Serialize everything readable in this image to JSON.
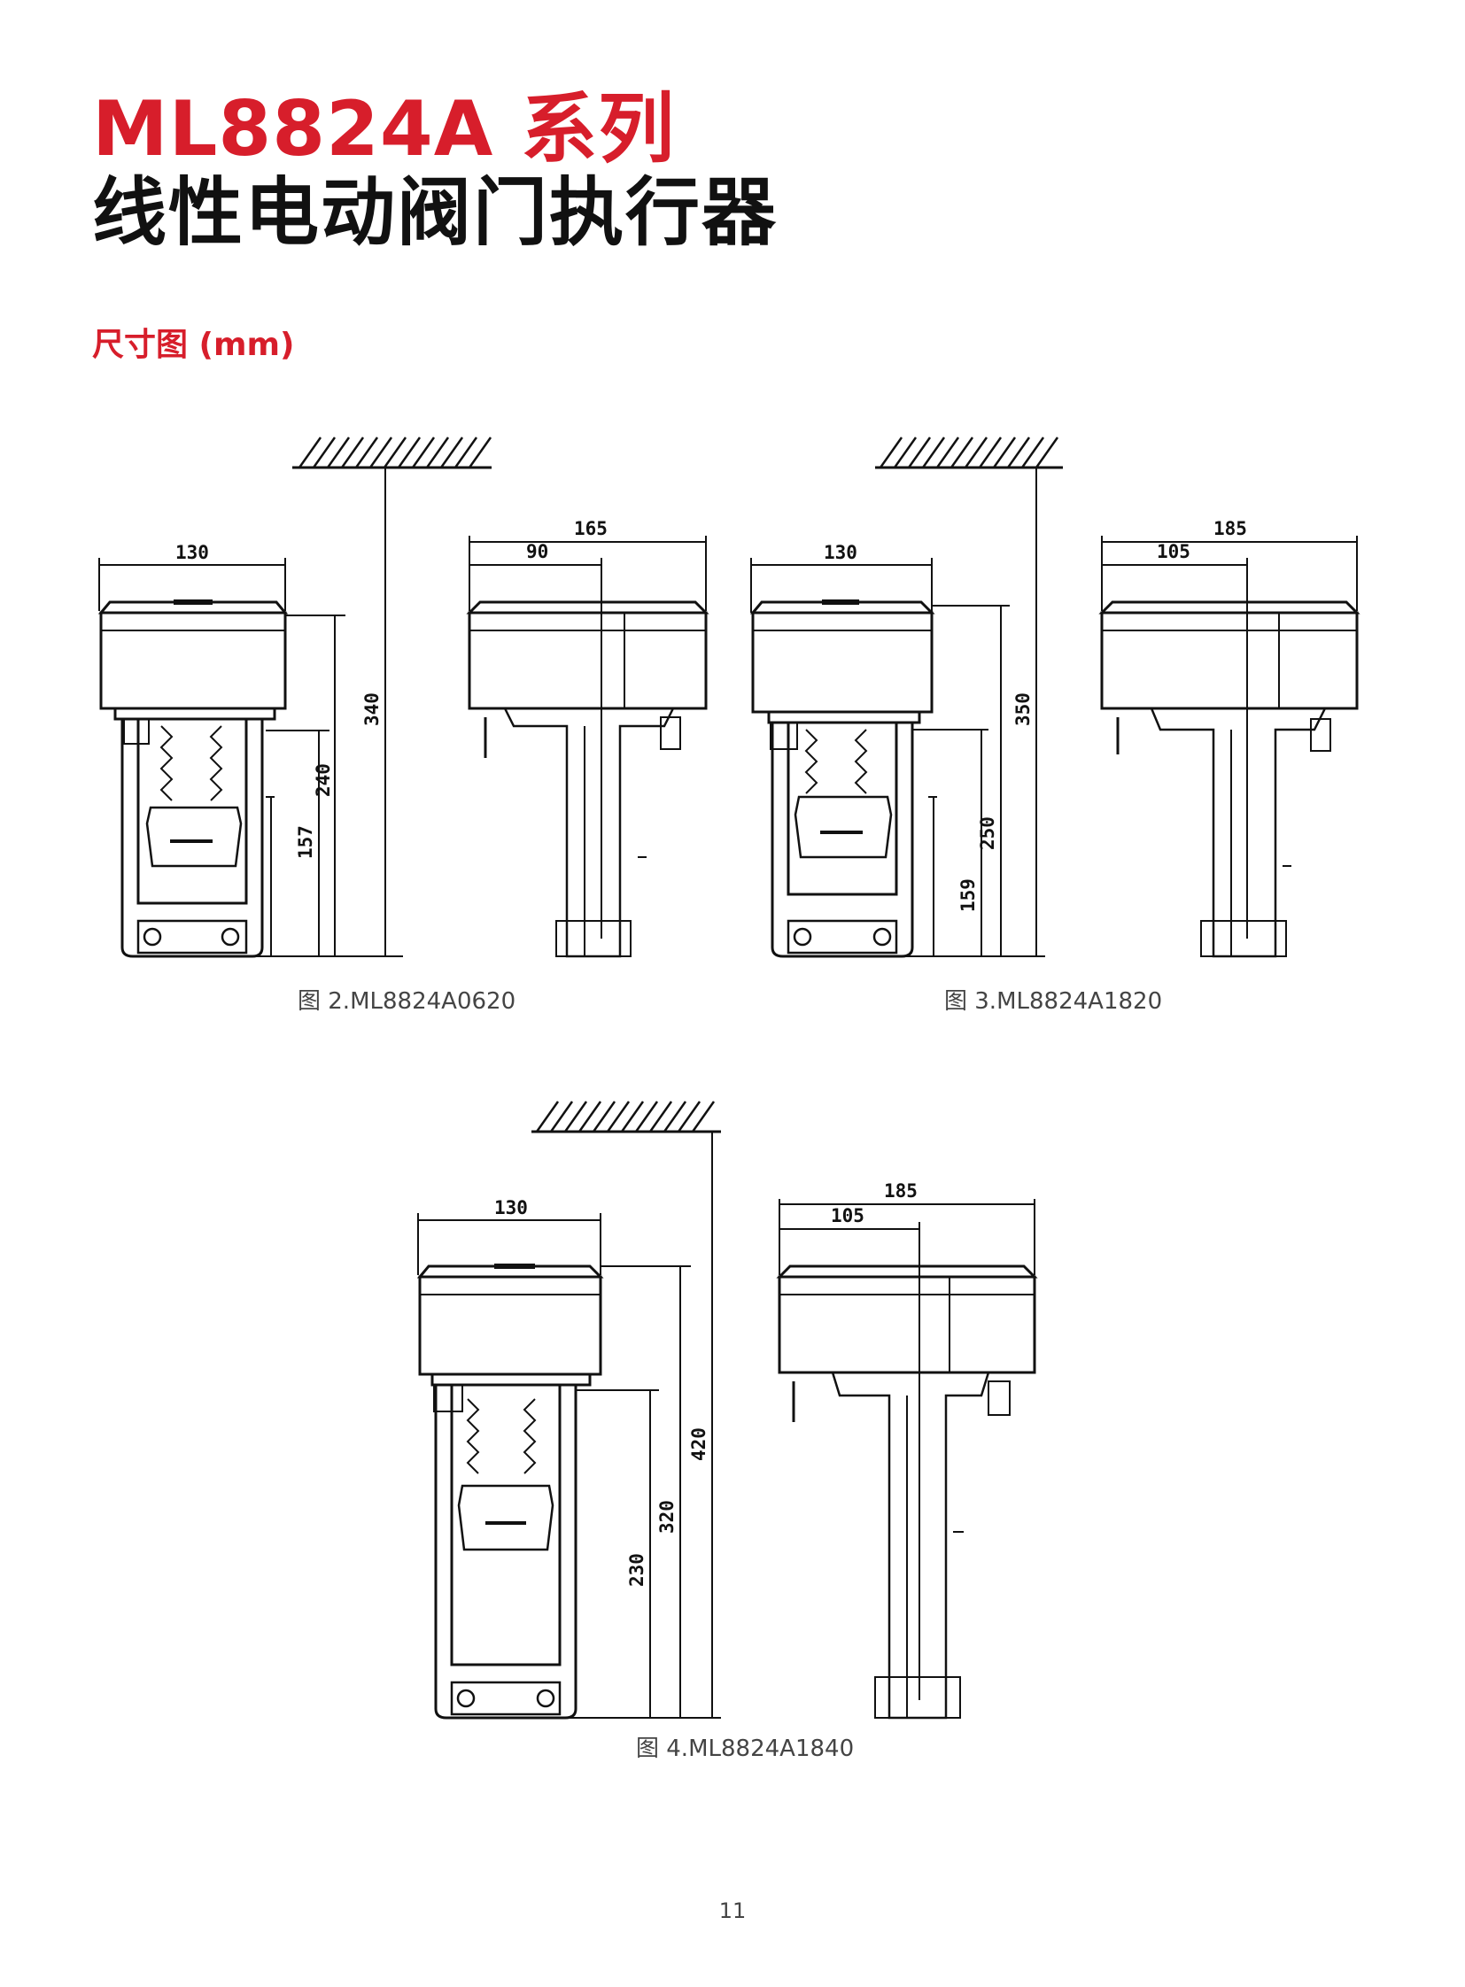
{
  "header": {
    "title_line1": "ML8824A 系列",
    "title_line2": "线性电动阀门执行器"
  },
  "section": {
    "heading": "尺寸图 (mm)"
  },
  "figures": [
    {
      "caption": "图 2.ML8824A0620",
      "front": {
        "width": "130",
        "dims": [
          "340",
          "240",
          "157"
        ]
      },
      "side": {
        "total": "165",
        "partial": "90"
      }
    },
    {
      "caption": "图 3.ML8824A1820",
      "front": {
        "width": "130",
        "dims": [
          "350",
          "250",
          "159"
        ]
      },
      "side": {
        "total": "185",
        "partial": "105"
      }
    },
    {
      "caption": "图 4.ML8824A1840",
      "front": {
        "width": "130",
        "dims": [
          "420",
          "320",
          "230"
        ]
      },
      "side": {
        "total": "185",
        "partial": "105"
      }
    }
  ],
  "page": {
    "number": "11"
  },
  "colors": {
    "accent": "#d71e2b",
    "text": "#111111",
    "line": "#111111"
  }
}
